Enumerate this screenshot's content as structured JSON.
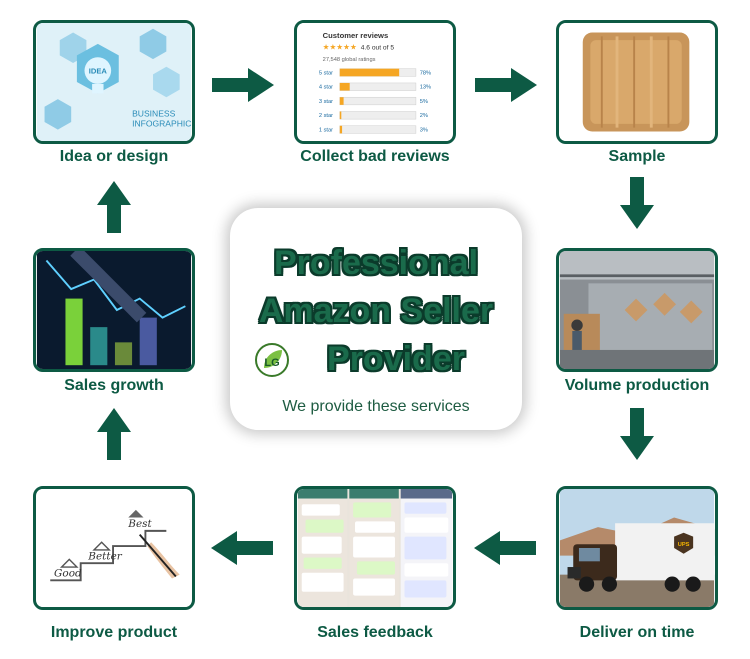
{
  "center": {
    "title_line1": "Professional",
    "title_line2": "Amazon Seller",
    "title_line3": "Provider",
    "logo_text": "LG",
    "subtitle": "We provide these services"
  },
  "steps": {
    "idea": {
      "label": "Idea or design",
      "thumb_word": "IDEA",
      "thumb_caption1": "BUSINESS",
      "thumb_caption2": "INFOGRAPHIC"
    },
    "reviews": {
      "label": "Collect bad reviews",
      "panel_title": "Customer reviews",
      "rating_text": "4.6 out of 5",
      "global_ratings": "27,548 global ratings",
      "rows": [
        {
          "star": "5 star",
          "pct": "78%",
          "fill": 0.78
        },
        {
          "star": "4 star",
          "pct": "13%",
          "fill": 0.13
        },
        {
          "star": "3 star",
          "pct": "5%",
          "fill": 0.05
        },
        {
          "star": "2 star",
          "pct": "2%",
          "fill": 0.02
        },
        {
          "star": "1 star",
          "pct": "3%",
          "fill": 0.03
        }
      ]
    },
    "sample": {
      "label": "Sample"
    },
    "production": {
      "label": "Volume production"
    },
    "deliver": {
      "label": "Deliver on time",
      "truck_logo": "UPS"
    },
    "feedback": {
      "label": "Sales feedback"
    },
    "improve": {
      "label": "Improve product",
      "step_good": "Good",
      "step_better": "Better",
      "step_best": "Best"
    },
    "growth": {
      "label": "Sales growth"
    }
  },
  "colors": {
    "brand_green": "#0d5a44",
    "arrow_green": "#0d5a44",
    "title_green": "#1a6b4b",
    "review_orange": "#f5a623"
  },
  "icons": [
    "arrow-right-icon",
    "arrow-down-icon",
    "arrow-left-icon",
    "arrow-up-icon",
    "leaf-logo-icon"
  ]
}
